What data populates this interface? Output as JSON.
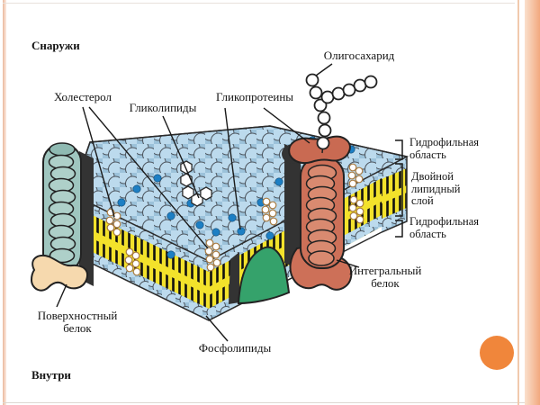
{
  "slide": {
    "type": "presentation-slide-diagram",
    "subject": "cell membrane structure",
    "decor": {
      "accent_circle_color": "#f0863b",
      "right_stripe_color": "#f2a87e",
      "left_line_color": "#eec3ab"
    }
  },
  "diagram": {
    "labels": {
      "outside": "Снаружи",
      "inside": "Внутри",
      "cholesterol": "Холестерол",
      "glycolipids": "Гликолипиды",
      "glycoproteins": "Гликопротеины",
      "oligosaccharide": "Олигосахарид",
      "phospholipids": "Фосфолипиды",
      "hydrophilic_top": [
        "Гидрофильная",
        "область"
      ],
      "lipid_bilayer": [
        "Двойной",
        "липидный",
        "слой"
      ],
      "hydrophilic_bottom": [
        "Гидрофильная",
        "область"
      ],
      "integral_protein": [
        "Интегральный",
        "белок"
      ],
      "surface_protein": [
        "Поверхностный",
        "белок"
      ]
    },
    "colors": {
      "phospholipid_head": "#bcdaed",
      "head_gap": "#9cc2da",
      "lipid_tail_band": "#f3e22b",
      "tail_line": "#111111",
      "integral_protein_left": "#9fc6bf",
      "integral_protein_right": "#cd7058",
      "surface_protein": "#f6d9ae",
      "membrane_wedge_protein": "#35a26b",
      "glycoprotein_dot": "#1d7fc4",
      "oligosaccharide_bead": "#ffffff",
      "outline": "#2b2b2b"
    }
  }
}
